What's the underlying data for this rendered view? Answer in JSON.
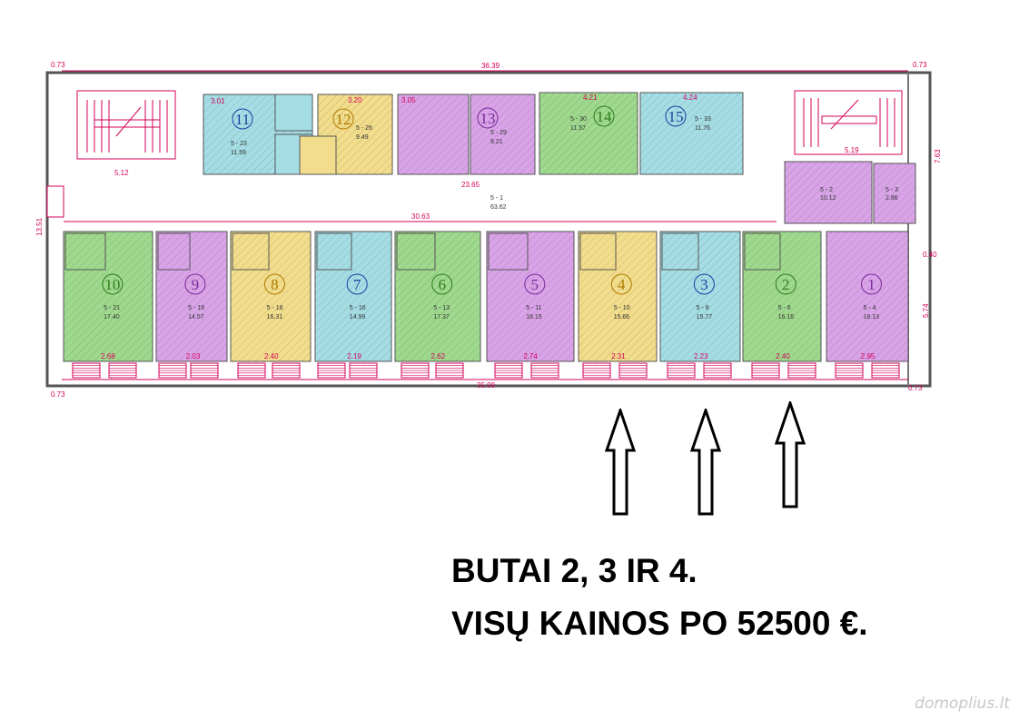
{
  "caption": {
    "line1": "BUTAI 2, 3 IR 4.",
    "line2": "VISŲ  KAINOS PO 52500 €."
  },
  "watermark": "domoplius.lt",
  "plan": {
    "outer_dims": {
      "top_length": "36.39",
      "bottom_length": "35.99",
      "left_height": "13.51",
      "right_height": "7.63",
      "corner_tl": "0.73",
      "corner_tr": "0.73",
      "corner_bl": "0.73",
      "corner_br": "0.73",
      "corridor_length": "30.63",
      "corridor_upper": "23.65",
      "corridor_id": "5 - 1",
      "corridor_area": "63.62",
      "stair_left": "5.12",
      "stair_right": "5.19",
      "misc_right": "5.74",
      "misc_right2": "0.40"
    },
    "units": [
      {
        "num": "1",
        "label": "5 - 4",
        "area": "18.13",
        "w": "2.95",
        "color": "#d9a3e8"
      },
      {
        "num": "2",
        "label": "5 - 6",
        "area": "16.16",
        "w": "2.40",
        "color": "#9fd98e"
      },
      {
        "num": "3",
        "label": "5 - 8",
        "area": "15.77",
        "w": "2.23",
        "color": "#a5dde5"
      },
      {
        "num": "4",
        "label": "5 - 10",
        "area": "15.66",
        "w": "2.31",
        "color": "#f2dd8c"
      },
      {
        "num": "5",
        "label": "5 - 11",
        "area": "16.15",
        "w": "2.74",
        "color": "#d9a3e8"
      },
      {
        "num": "6",
        "label": "5 - 13",
        "area": "17.37",
        "w": "2.62",
        "color": "#9fd98e"
      },
      {
        "num": "7",
        "label": "5 - 16",
        "area": "14.99",
        "w": "2.19",
        "color": "#a5dde5"
      },
      {
        "num": "8",
        "label": "5 - 18",
        "area": "16.31",
        "w": "2.40",
        "color": "#f2dd8c"
      },
      {
        "num": "9",
        "label": "5 - 19",
        "area": "14.57",
        "w": "2.03",
        "color": "#d9a3e8"
      },
      {
        "num": "10",
        "label": "5 - 21",
        "area": "17.40",
        "w": "2.68",
        "color": "#9fd98e"
      },
      {
        "num": "11",
        "label": "5 - 23",
        "area": "11.59",
        "w": "3.01",
        "color": "#a5dde5"
      },
      {
        "num": "12",
        "label": "5 - 26",
        "area": "9.49",
        "w": "3.20",
        "color": "#f2dd8c"
      },
      {
        "num": "13",
        "label": "5 - 29",
        "area": "9.21",
        "w": "3.05",
        "color": "#d9a3e8"
      },
      {
        "num": "14",
        "label": "5 - 30",
        "area": "11.57",
        "w": "4.21",
        "color": "#9fd98e"
      },
      {
        "num": "15",
        "label": "5 - 33",
        "area": "11.76",
        "w": "4.24",
        "color": "#a5dde5"
      }
    ],
    "extra_rooms": [
      {
        "label": "5 - 2",
        "area": "10.12",
        "color": "#d9a3e8"
      },
      {
        "label": "5 - 3",
        "area": "2.86",
        "color": "#d9a3e8"
      }
    ]
  }
}
